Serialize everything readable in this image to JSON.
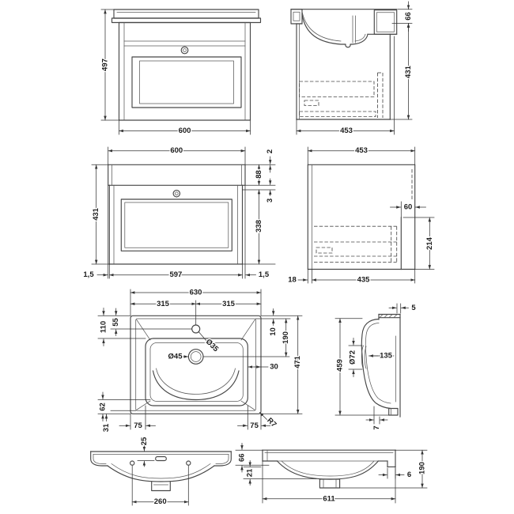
{
  "colors": {
    "line": "#474747",
    "dimension": "#333333",
    "text": "#1c1c1c",
    "background": "#ffffff"
  },
  "views": {
    "vanity_front": {
      "height": "497",
      "width": "600"
    },
    "vanity_side": {
      "worktop_height": "66",
      "cabinet_height": "431",
      "depth": "453"
    },
    "cabinet_front": {
      "width": "600",
      "height": "431",
      "top_offset": "2",
      "frieze_height": "88",
      "panel_gap": "3",
      "door_height": "338",
      "side_gap_left": "1,5",
      "carcass_width": "597",
      "side_gap_right": "1,5"
    },
    "cabinet_side": {
      "depth": "453",
      "back_clearance": "60",
      "bracket_height": "214",
      "front_thickness": "18",
      "carcass_depth": "435"
    },
    "basin_plan": {
      "width": "630",
      "half_width_left": "315",
      "half_width_right": "315",
      "back_rim": "110",
      "tap_centre": "55",
      "tap_hole_dia": "Ø35",
      "waste_dia": "Ø45",
      "side_rim": "30",
      "back_edge": "10",
      "waste_centre": "190",
      "depth": "471",
      "front_rim": "62",
      "front_edge": "31",
      "bowl_inset_left": "75",
      "bowl_inset_right": "75",
      "corner_radius": "R7"
    },
    "basin_side": {
      "back_gap": "5",
      "height": "459",
      "overflow_dia": "Ø72",
      "bowl_depth": "135",
      "drain_offset": "7"
    },
    "basin_front": {
      "overflow_offset": "25",
      "fixing_centres": "260"
    },
    "basin_section": {
      "rim_height": "66",
      "bowl_drop": "21",
      "back_lip": "6",
      "overall_height": "190",
      "bowl_width": "611"
    }
  }
}
